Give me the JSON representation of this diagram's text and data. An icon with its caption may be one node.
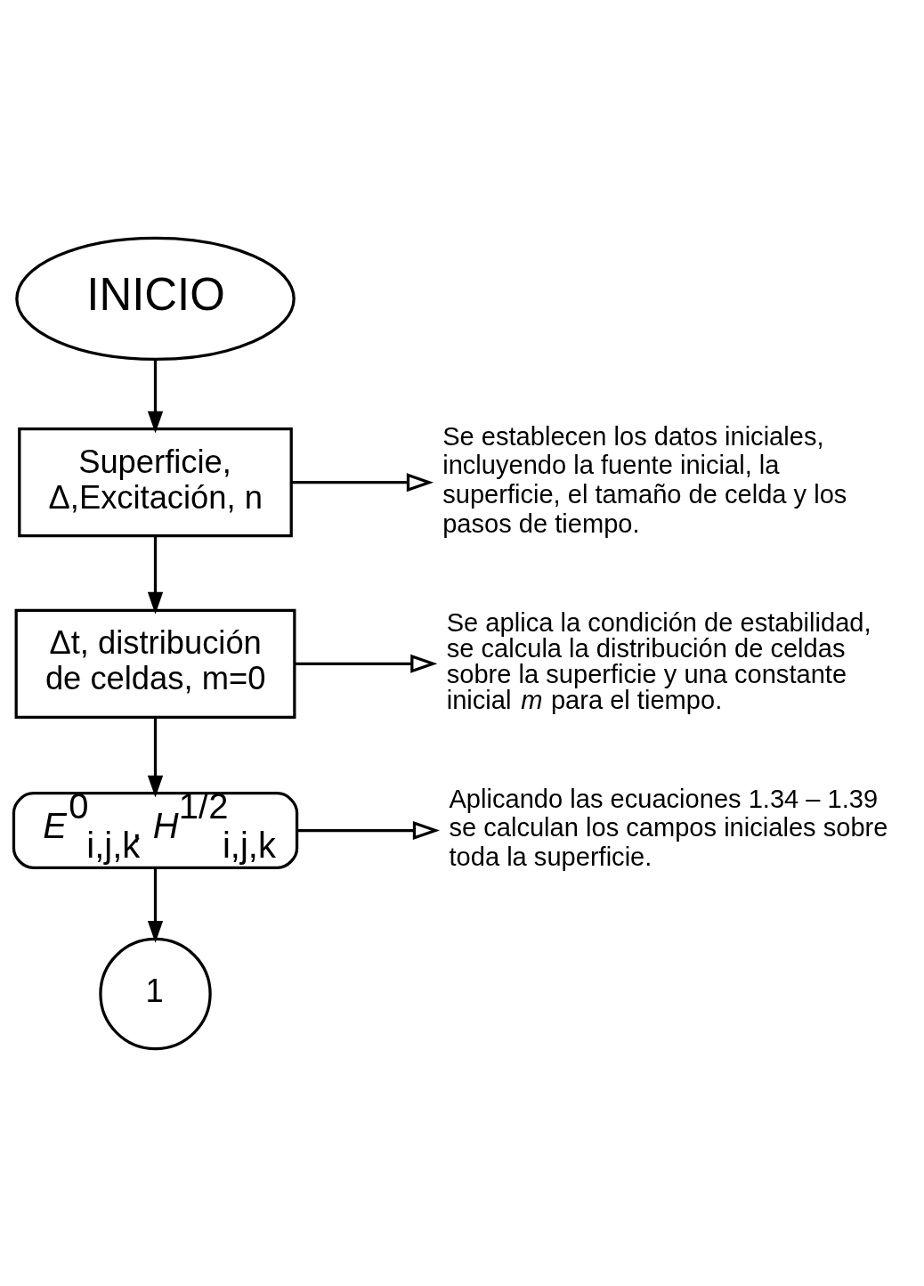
{
  "diagram": {
    "nodes": [
      {
        "text": [
          "INICIO"
        ]
      },
      {
        "text": [
          "Superficie, Δ,Excitación, n"
        ]
      },
      {
        "text": [
          "Δt, distribución de celdas, m=0"
        ]
      },
      {
        "text": [
          "*E*$^{0}$$_{i,j,k}$, *H*$^{1/2}$$_{i,j,k}$"
        ]
      },
      {
        "text": [
          "1"
        ]
      },
      {
        "text": [
          "Se establecen los datos iniciales, incluyendo la fuente inicial, la superficie, el tamaño de celda y los pasos de tiempo."
        ]
      },
      {
        "text": [
          "Se aplica la condición de estabilidad, se calcula la distribución de celdas sobre la superficie y una constante inicial *m* para el tiempo."
        ]
      },
      {
        "text": [
          "Aplicando las ecuaciones 1.34 – 1.39 se calculan los campos iniciales sobre toda la superficie."
        ]
      }
    ],
    "edges": [
      {
        "from": 0,
        "to": 1,
        "arrow": "to"
      },
      {
        "from": 1,
        "to": 2,
        "arrow": "to"
      },
      {
        "from": 2,
        "to": 3,
        "arrow": "to"
      },
      {
        "from": 3,
        "to": 4,
        "arrow": "to"
      },
      {
        "from": 1,
        "to": 5,
        "arrow": "to"
      },
      {
        "from": 2,
        "to": 6,
        "arrow": "to"
      },
      {
        "from": 3,
        "to": 7,
        "arrow": "to"
      }
    ]
  }
}
